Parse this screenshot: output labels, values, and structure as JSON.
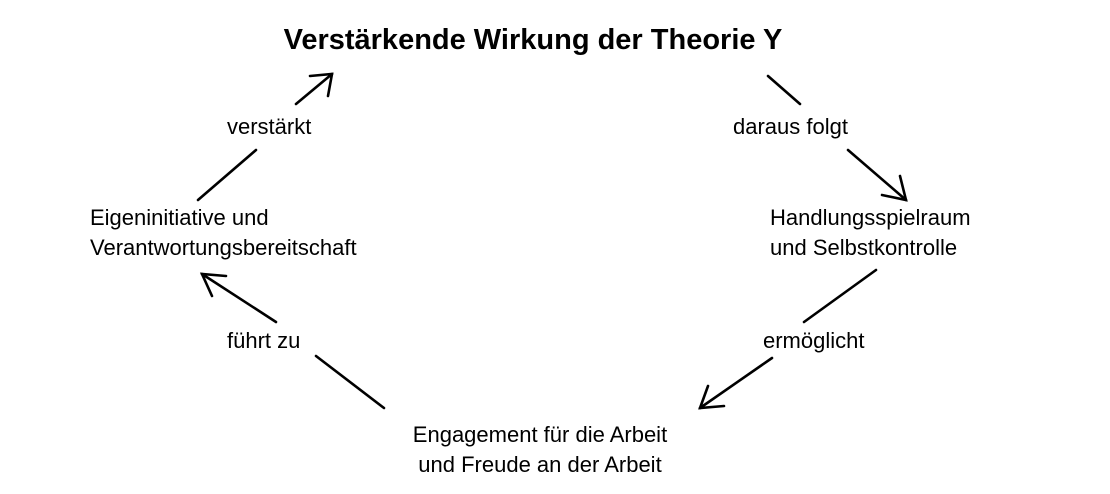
{
  "diagram": {
    "title": "Verstärkende Wirkung der Theorie Y",
    "nodes": [
      {
        "id": "handlungsspielraum",
        "lines": [
          "Handlungsspielraum",
          "und Selbstkontrolle"
        ]
      },
      {
        "id": "engagement",
        "lines": [
          "Engagement für die Arbeit",
          "und Freude an der Arbeit"
        ]
      },
      {
        "id": "eigeninitiative",
        "lines": [
          "Eigeninitiative und",
          "Verantwortungsbereitschaft"
        ]
      }
    ],
    "edges": [
      {
        "from": "title",
        "to": "handlungsspielraum",
        "label": "daraus folgt"
      },
      {
        "from": "handlungsspielraum",
        "to": "engagement",
        "label": "ermöglicht"
      },
      {
        "from": "engagement",
        "to": "eigeninitiative",
        "label": "führt zu"
      },
      {
        "from": "eigeninitiative",
        "to": "title",
        "label": "verstärkt"
      }
    ]
  }
}
